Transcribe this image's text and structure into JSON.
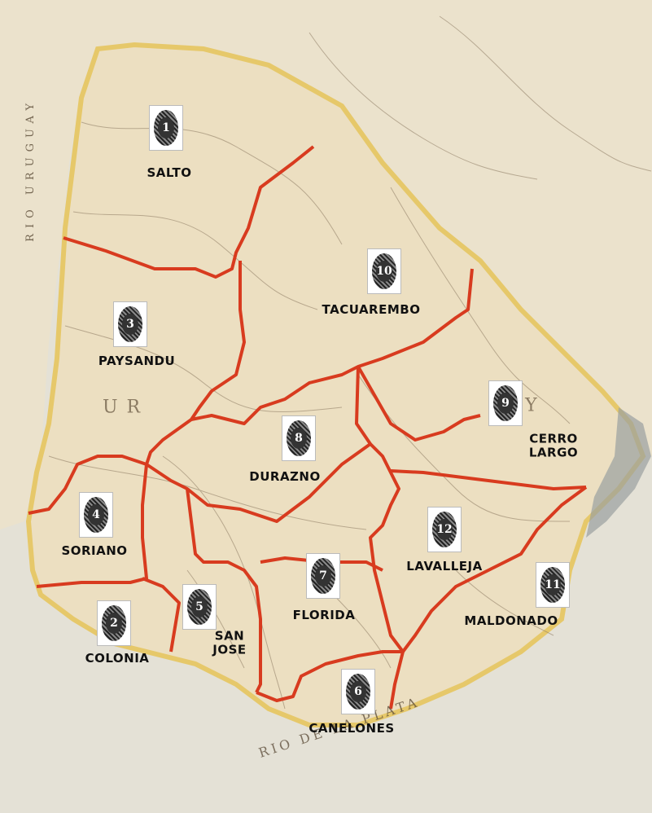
{
  "colors": {
    "land": "#e8dcc0",
    "sea": "#e4e1d6",
    "coast_tint": "#e9d48a",
    "border": "#d83b1f",
    "river": "#8c7a62",
    "lagoon": "#9aa0a0"
  },
  "departments": [
    {
      "name": "SALTO",
      "number": "1"
    },
    {
      "name": "TACUAREMBO",
      "number": "10"
    },
    {
      "name": "PAYSANDU",
      "number": "3"
    },
    {
      "name": "CERRO LARGO",
      "number": "9"
    },
    {
      "name": "DURAZNO",
      "number": "8"
    },
    {
      "name": "SORIANO",
      "number": "4"
    },
    {
      "name": "LAVALLEJA",
      "number": "12"
    },
    {
      "name": "MALDONADO",
      "number": "11"
    },
    {
      "name": "FLORIDA",
      "number": "7"
    },
    {
      "name": "COLONIA",
      "number": "2"
    },
    {
      "name": "SAN JOSE",
      "number": "5"
    },
    {
      "name": "CANELONES",
      "number": "6"
    }
  ],
  "map_text": {
    "country_letters_left": "U R",
    "country_letters_right": "A Y",
    "river_label": "RIO DE LA PLATA",
    "west_margin_text": "RIO URUGUAY"
  }
}
